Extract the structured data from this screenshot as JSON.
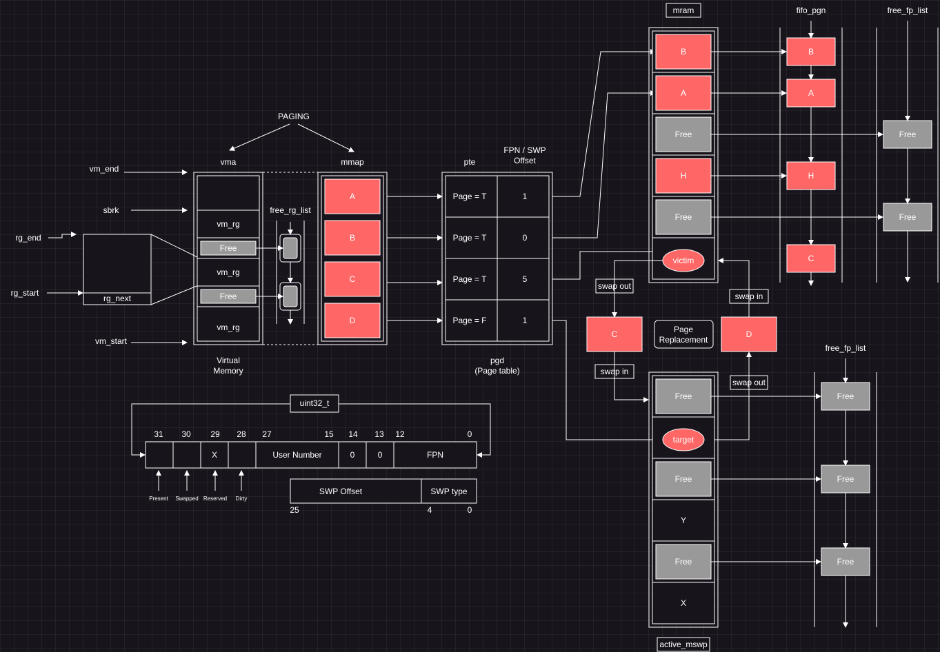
{
  "colors": {
    "background": "#18141c",
    "grid": "#2a2630",
    "line": "#ffffff",
    "red_cell": "#ff6666",
    "gray_cell": "#999999",
    "dark_cell": "#18141c"
  },
  "paging": {
    "title": "PAGING",
    "vma_label": "vma",
    "mmap_label": "mmap",
    "virtual_memory_label_1": "Virtual",
    "virtual_memory_label_2": "Memory",
    "vm_end": "vm_end",
    "sbrk": "sbrk",
    "rg_end": "rg_end",
    "rg_start": "rg_start",
    "vm_start": "vm_start",
    "rg_next": "rg_next",
    "free_rg_list": "free_rg_list",
    "vma_cells": [
      "",
      "vm_rg",
      "Free",
      "vm_rg",
      "Free",
      "vm_rg"
    ],
    "mmap_cells": [
      "A",
      "B",
      "C",
      "D"
    ]
  },
  "pte": {
    "pte_label": "pte",
    "fpn_label_1": "FPN / SWP",
    "fpn_label_2": "Offset",
    "pgd_label_1": "pgd",
    "pgd_label_2": "(Page table)",
    "rows": [
      {
        "page": "Page = T",
        "value": "1"
      },
      {
        "page": "Page = T",
        "value": "0"
      },
      {
        "page": "Page = T",
        "value": "5"
      },
      {
        "page": "Page = F",
        "value": "1"
      }
    ]
  },
  "mram": {
    "title": "mram",
    "cells": [
      "B",
      "A",
      "Free",
      "H",
      "Free",
      ""
    ],
    "victim": "victim"
  },
  "fifo": {
    "title": "fifo_pgn",
    "cells": [
      "B",
      "A",
      "H",
      "C"
    ]
  },
  "free_fp_top": {
    "title": "free_fp_list",
    "cells": [
      "Free",
      "Free"
    ]
  },
  "swap": {
    "swap_out_1": "swap out",
    "swap_in_1": "swap in",
    "swap_in_2": "swap in",
    "swap_out_2": "swap out",
    "c_box": "C",
    "d_box": "D",
    "page_replacement_1": "Page",
    "page_replacement_2": "Replacement"
  },
  "active_mswp": {
    "title": "active_mswp",
    "cells": [
      "Free",
      "",
      "Free",
      "Y",
      "Free",
      "X"
    ],
    "target": "target"
  },
  "free_fp_bottom": {
    "title": "free_fp_list",
    "cells": [
      "Free",
      "Free",
      "Free"
    ]
  },
  "pte_format": {
    "type_label": "uint32_t",
    "bit_numbers": [
      "31",
      "30",
      "29",
      "28",
      "27",
      "15",
      "14",
      "13",
      "12",
      "0"
    ],
    "fields": [
      "",
      "",
      "X",
      "",
      "User Number",
      "0",
      "0",
      "FPN"
    ],
    "flag_labels": [
      "Present",
      "Swapped",
      "Reserved",
      "Dirty"
    ],
    "swp_fields": [
      "SWP Offset",
      "SWP type"
    ],
    "swp_bits": [
      "25",
      "4",
      "0"
    ]
  }
}
